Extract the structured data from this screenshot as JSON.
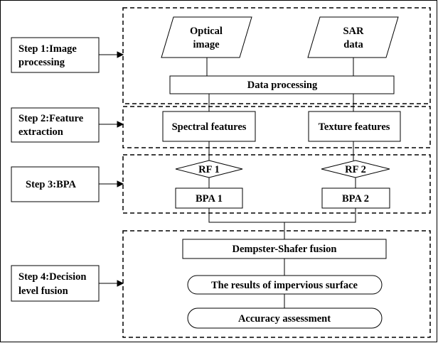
{
  "steps": {
    "step1": [
      "Step 1:Image",
      "processing"
    ],
    "step2": [
      "Step 2:Feature",
      "extraction"
    ],
    "step3": [
      "Step 3:BPA"
    ],
    "step4": [
      "Step 4:Decision",
      "level fusion"
    ]
  },
  "inputs": {
    "optical": [
      "Optical",
      "image"
    ],
    "sar": [
      "SAR",
      "data"
    ]
  },
  "processing": {
    "data_processing": "Data processing"
  },
  "features": {
    "spectral": "Spectral features",
    "texture": "Texture features"
  },
  "classifiers": {
    "rf1": "RF 1",
    "rf2": "RF 2"
  },
  "bpa": {
    "bpa1": "BPA 1",
    "bpa2": "BPA 2"
  },
  "fusion": {
    "ds_fusion": "Dempster-Shafer fusion",
    "results": "The results of impervious surface",
    "accuracy": "Accuracy assessment"
  }
}
